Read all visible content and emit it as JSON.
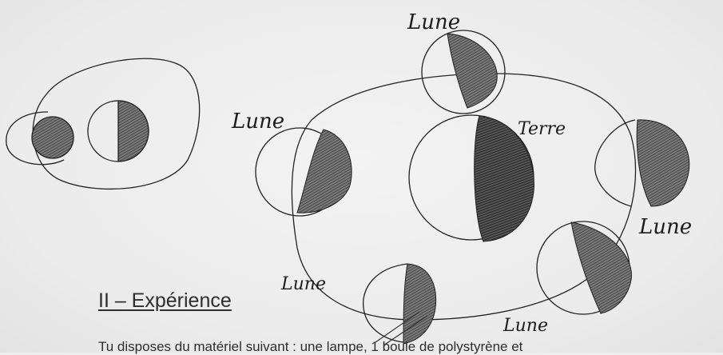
{
  "labels": {
    "moon_1": "Lune",
    "moon_2": "Lune",
    "moon_3": "Lune",
    "moon_4": "Lune",
    "moon_5": "Lune",
    "earth": "Terre"
  },
  "section": {
    "title": "II – Expérience",
    "body": "Tu disposes du matériel suivant : une lampe, 1 boule de polystyrène et"
  },
  "colors": {
    "ink": "#1d1d1d",
    "shading": "#6a6a6a",
    "paper": "#eeeeee"
  }
}
